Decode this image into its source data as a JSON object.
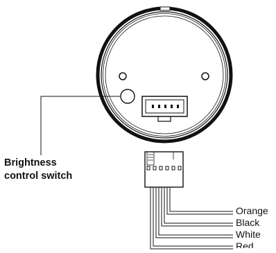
{
  "callout": {
    "line1": "Brightness",
    "line2": "control switch"
  },
  "wires": [
    {
      "label": "Orange"
    },
    {
      "label": "Black"
    },
    {
      "label": "White"
    },
    {
      "label": "Red"
    }
  ]
}
